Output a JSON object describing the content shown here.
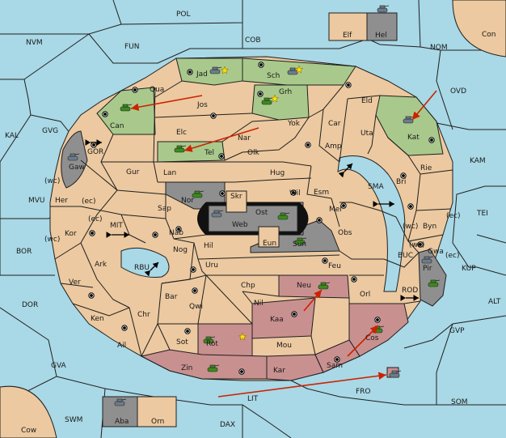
{
  "colors": {
    "sea": "#a9d8e6",
    "land": "#ecc9a0",
    "green": "#a9c98c",
    "red": "#c99090",
    "gray": "#8f8f8f",
    "arrow": "#cc2200",
    "army": "#3c8a1e",
    "fleet": "#6b7c8a"
  },
  "sea_labels": {
    "pol": "POL",
    "nvm": "NVM",
    "fun": "FUN",
    "cob": "COB",
    "nom": "NOM",
    "con": "Con",
    "kal": "KAL",
    "gvg": "GVG",
    "gor": "GOR",
    "mvu": "MVU",
    "mit": "MIT",
    "bor": "BOR",
    "rbu": "RBU",
    "dor": "DOR",
    "gva": "GVA",
    "swm": "SWM",
    "cow": "Cow",
    "dax": "DAX",
    "lit": "LIT",
    "fro": "FRO",
    "som": "SOM",
    "gvp": "GVP",
    "alt": "ALT",
    "kup": "KUP",
    "tei": "TEI",
    "kam": "KAM",
    "ovd": "OVD",
    "sma": "SMA",
    "buc": "BUC",
    "rod": "ROD"
  },
  "land_labels": {
    "jad": "Jad",
    "sch": "Sch",
    "qua": "Qua",
    "jos": "Jos",
    "grh": "Grh",
    "can": "Can",
    "eld": "Eld",
    "elc": "Elc",
    "nar": "Nar",
    "yok": "Yok",
    "car": "Car",
    "uta": "Uta",
    "kat": "Kat",
    "gaw": "Gaw",
    "tel": "Tel",
    "olk": "Olk",
    "amp": "Amp",
    "gur": "Gur",
    "lan": "Lan",
    "hug": "Hug",
    "rie": "Rie",
    "bri": "Bri",
    "her": "Her",
    "nor": "Nor",
    "skr": "Skr",
    "wil": "Wil",
    "esm": "Esm",
    "sap": "Sap",
    "web": "Web",
    "ost": "Ost",
    "mel": "Mel",
    "byn": "Byn",
    "kor": "Kor",
    "nab": "Nab",
    "eun": "Eun",
    "sun": "Sun",
    "obs": "Obs",
    "gwa": "Gwa",
    "hil": "Hil",
    "nog": "Nog",
    "ark": "Ark",
    "uru": "Uru",
    "feu": "Feu",
    "pir": "Pir",
    "ver": "Ver",
    "chp": "Chp",
    "neu": "Neu",
    "bar": "Bar",
    "qwi": "Qwi",
    "nil": "Nil",
    "orl": "Orl",
    "ken": "Ken",
    "chr": "Chr",
    "kaa": "Kaa",
    "ail": "Ail",
    "sot": "Sot",
    "rot": "Rot",
    "mou": "Mou",
    "cos": "Cos",
    "zin": "Zin",
    "kar": "Kar",
    "sam": "Sam",
    "elf": "Elf",
    "hel": "Hel",
    "aba": "Aba",
    "orn": "Orn"
  },
  "coast_tags": {
    "wc1": "(wc)",
    "ec1": "(ec)",
    "ec2": "(ec)",
    "wc2": "(wc)",
    "wc3": "(wc)",
    "ec3": "(ec)",
    "wc4": "(wc)",
    "ec4": "(ec)"
  }
}
